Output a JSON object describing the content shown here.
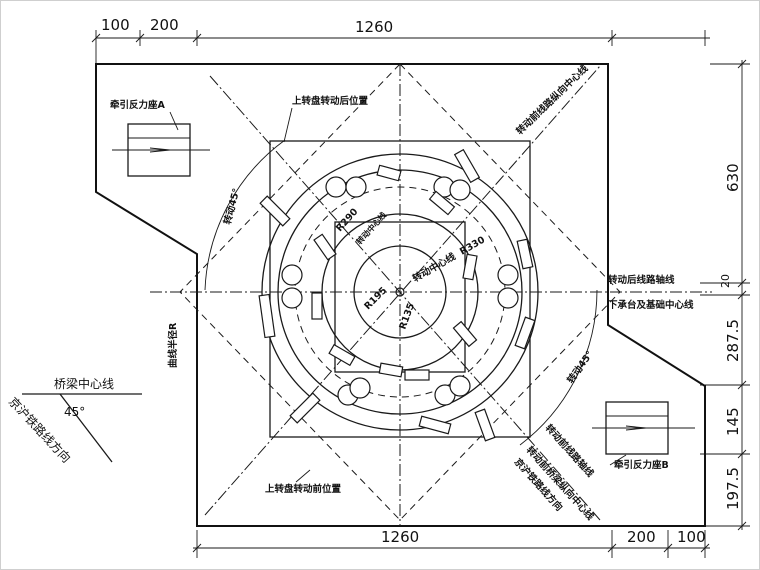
{
  "dimensions": {
    "top_100": "100",
    "top_200": "200",
    "top_1260": "1260",
    "bottom_1260": "1260",
    "bottom_200": "200",
    "bottom_100": "100",
    "right_630": "630",
    "right_20": "20",
    "right_287_5": "287.5",
    "right_145": "145",
    "right_197_5": "197.5"
  },
  "labels": {
    "anchor_a": "牵引反力座A",
    "anchor_b": "牵引反力座B",
    "upper_after": "上转盘转动后位置",
    "upper_before": "上转盘转动前位置",
    "rot_left": "转动45°",
    "rot_right": "转动45°",
    "radius_r": "曲线半径R",
    "after_axis": "转动后线路轴线",
    "base_axis": "下承台及基础中心线",
    "after_track_center": "转动前线路纵向中心线",
    "before_axis": "转动前线路轴线",
    "before_track_center": "转动前桥梁纵向中心线",
    "rail_dir_right": "京沪铁路线方向",
    "bridge_center": "桥梁中心线",
    "rail_dir_left": "京沪铁路线方向",
    "angle_45": "45°",
    "r290": "R290",
    "r330": "R330",
    "r195": "R195",
    "r135": "R135",
    "pivot_center": "转动中心线",
    "axis_center_short": "转动中心线"
  }
}
